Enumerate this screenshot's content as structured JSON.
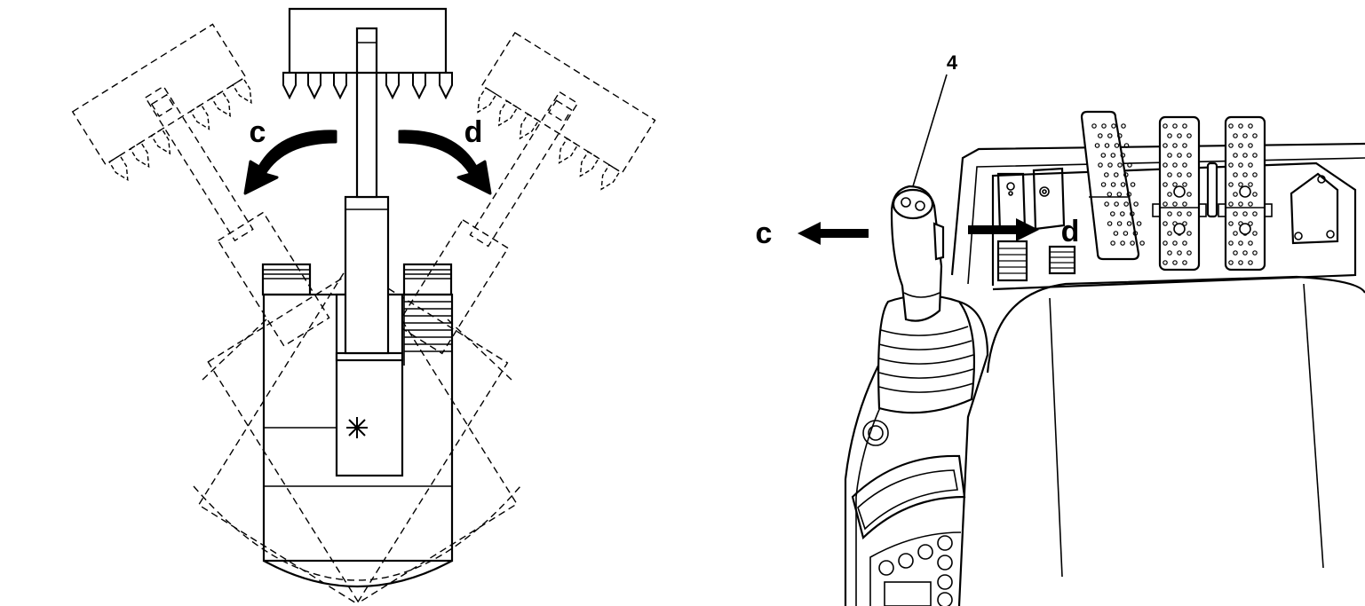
{
  "swing_diagram": {
    "label_left": "c",
    "label_right": "d"
  },
  "cab_diagram": {
    "callout": "4",
    "label_left": "c",
    "label_right": "d"
  },
  "colors": {
    "ink": "#000000",
    "paper": "#ffffff"
  }
}
